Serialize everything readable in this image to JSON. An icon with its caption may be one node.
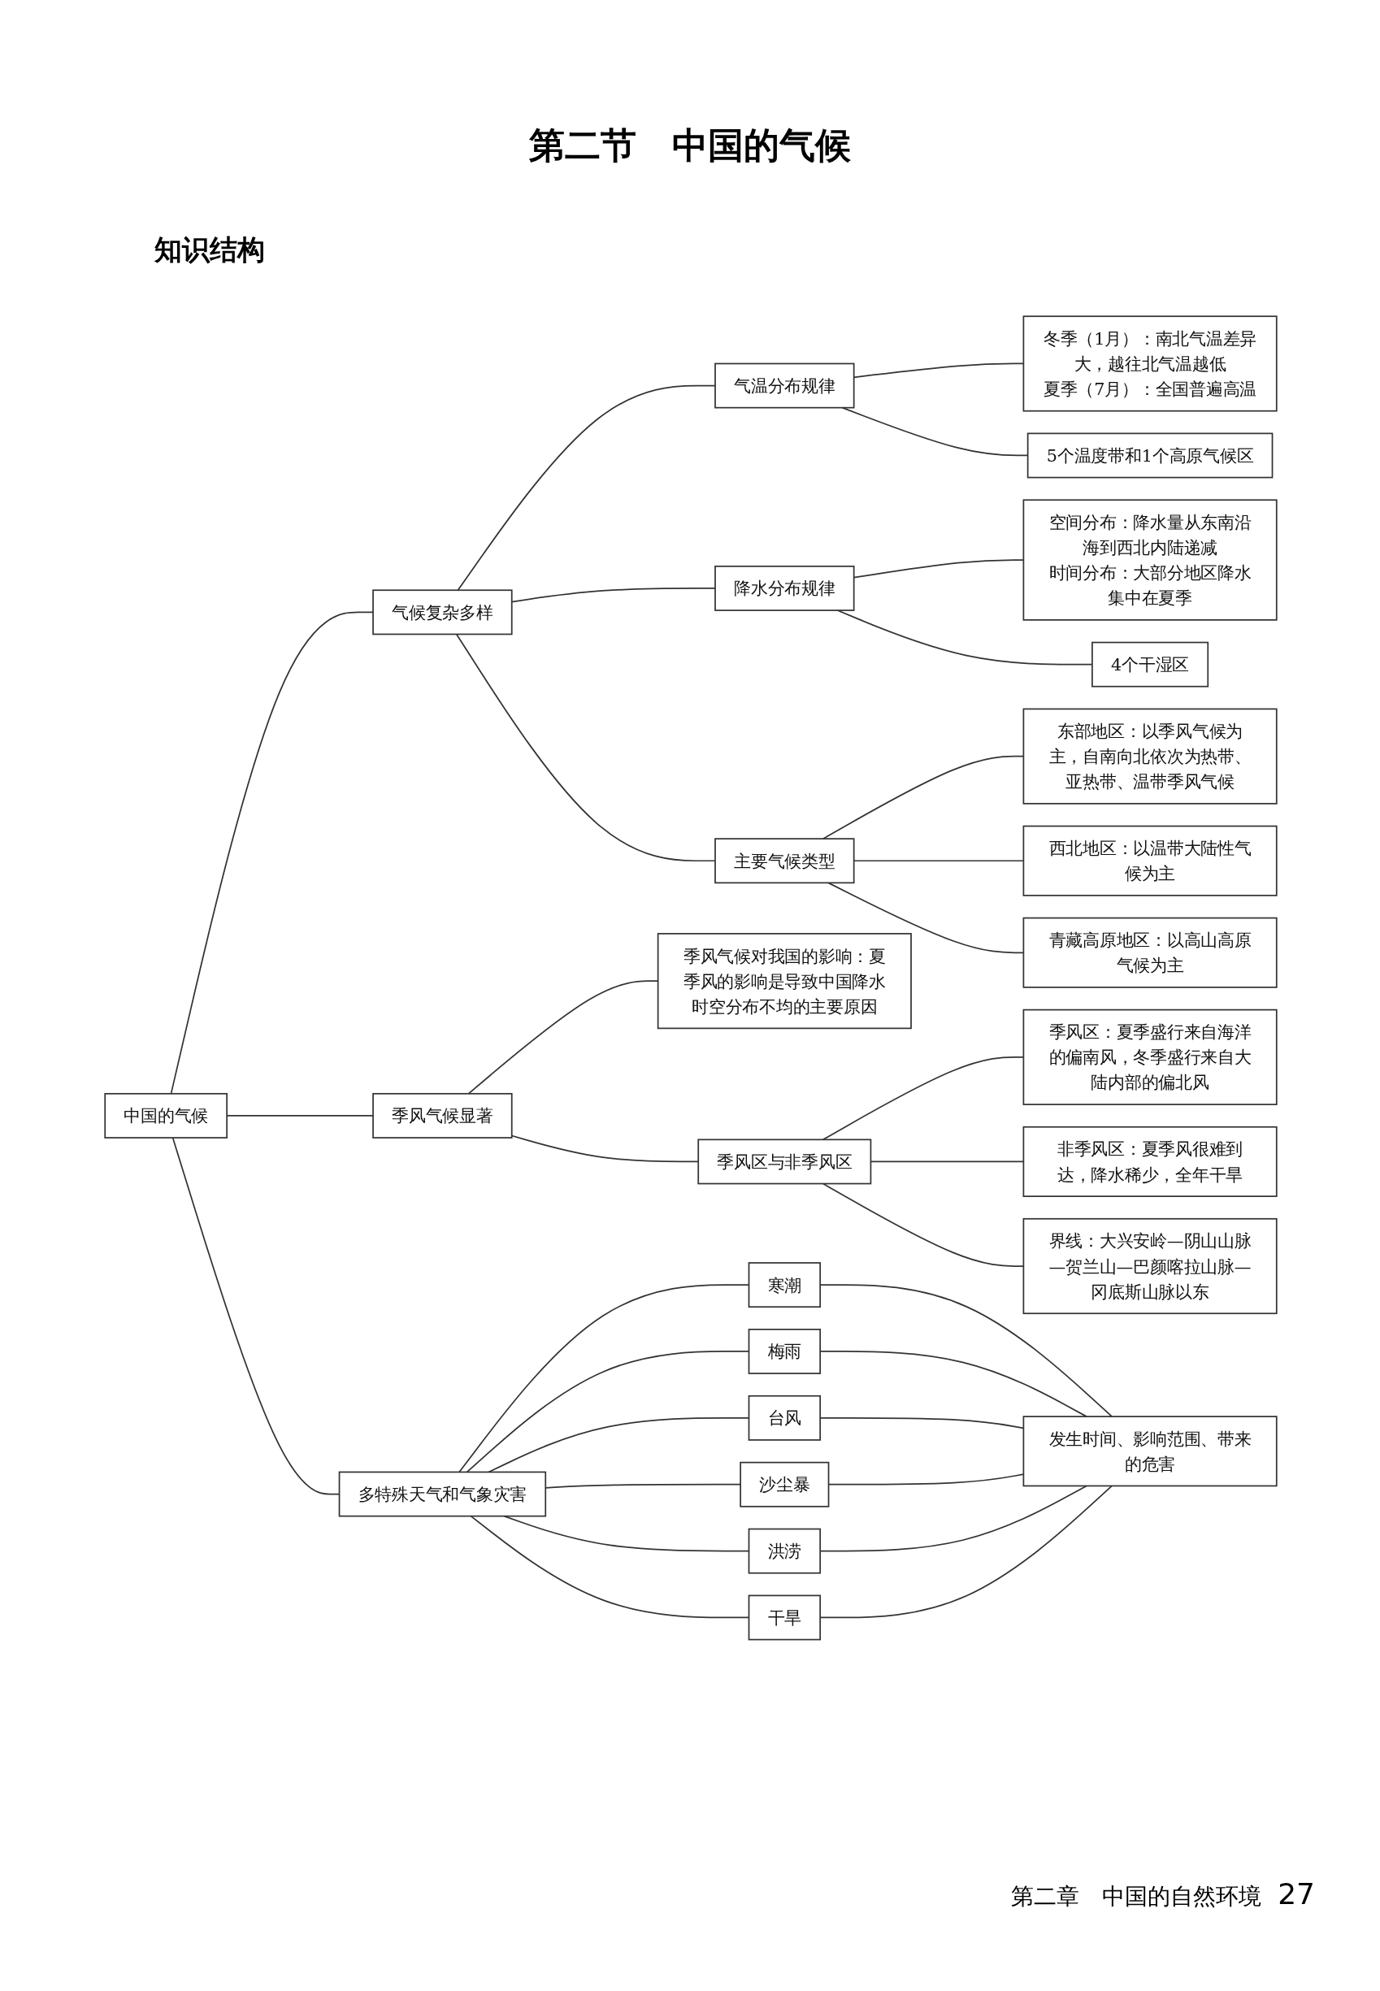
{
  "diagram": {
    "title": "第二节　中国的气候",
    "nodes": [
      {
        "text": [
          "中国的气候"
        ]
      },
      {
        "text": [
          "气候复杂多样"
        ]
      },
      {
        "text": [
          "气温分布规律"
        ]
      },
      {
        "text": [
          "冬季（1月）：南北气温差异大，越往北气温越低",
          "夏季（7月）：全国普遍高温"
        ]
      },
      {
        "text": [
          "5个温度带和1个高原气候区"
        ]
      },
      {
        "text": [
          "降水分布规律"
        ]
      },
      {
        "text": [
          "空间分布：降水量从东南沿海到西北内陆递减",
          "时间分布：大部分地区降水集中在夏季"
        ]
      },
      {
        "text": [
          "4个干湿区"
        ]
      },
      {
        "text": [
          "主要气候类型"
        ]
      },
      {
        "text": [
          "东部地区：以季风气候为主，自南向北依次为热带、亚热带、温带季风气候"
        ]
      },
      {
        "text": [
          "西北地区：以温带大陆性气候为主"
        ]
      },
      {
        "text": [
          "青藏高原地区：以高山高原气候为主"
        ]
      },
      {
        "text": [
          "季风气候显著"
        ]
      },
      {
        "text": [
          "季风区与非季风区"
        ]
      },
      {
        "text": [
          "季风区：夏季盛行来自海洋的偏南风，冬季盛行来自大陆内部的偏北风"
        ]
      },
      {
        "text": [
          "非季风区：夏季风很难到达，降水稀少，全年干旱"
        ]
      },
      {
        "text": [
          "界线：大兴安岭—阴山山脉—贺兰山—巴颜喀拉山脉—冈底斯山脉以东"
        ]
      },
      {
        "text": [
          "季风气候对我国的影响：夏季风的影响是导致中国降水时空分布不均的主要原因"
        ]
      },
      {
        "text": [
          "多特殊天气和气象灾害"
        ]
      },
      {
        "text": [
          "寒潮"
        ]
      },
      {
        "text": [
          "梅雨"
        ]
      },
      {
        "text": [
          "台风"
        ]
      },
      {
        "text": [
          "沙尘暴"
        ]
      },
      {
        "text": [
          "洪涝"
        ]
      },
      {
        "text": [
          "干旱"
        ]
      },
      {
        "text": [
          "发生时间、影响范围、带来的危害"
        ]
      }
    ],
    "edges": [
      {
        "from": 0,
        "to": 1,
        "arrow": "none"
      },
      {
        "from": 0,
        "to": 12,
        "arrow": "none"
      },
      {
        "from": 0,
        "to": 18,
        "arrow": "none"
      },
      {
        "from": 1,
        "to": 2,
        "arrow": "none"
      },
      {
        "from": 1,
        "to": 5,
        "arrow": "none"
      },
      {
        "from": 1,
        "to": 8,
        "arrow": "none"
      },
      {
        "from": 2,
        "to": 3,
        "arrow": "none"
      },
      {
        "from": 2,
        "to": 4,
        "arrow": "none"
      },
      {
        "from": 5,
        "to": 6,
        "arrow": "none"
      },
      {
        "from": 5,
        "to": 7,
        "arrow": "none"
      },
      {
        "from": 8,
        "to": 9,
        "arrow": "none"
      },
      {
        "from": 8,
        "to": 10,
        "arrow": "none"
      },
      {
        "from": 8,
        "to": 11,
        "arrow": "none"
      },
      {
        "from": 12,
        "to": 13,
        "arrow": "none"
      },
      {
        "from": 12,
        "to": 17,
        "arrow": "none"
      },
      {
        "from": 13,
        "to": 14,
        "arrow": "none"
      },
      {
        "from": 13,
        "to": 15,
        "arrow": "none"
      },
      {
        "from": 13,
        "to": 16,
        "arrow": "none"
      },
      {
        "from": 18,
        "to": 19,
        "arrow": "none"
      },
      {
        "from": 18,
        "to": 20,
        "arrow": "none"
      },
      {
        "from": 18,
        "to": 21,
        "arrow": "none"
      },
      {
        "from": 18,
        "to": 22,
        "arrow": "none"
      },
      {
        "from": 18,
        "to": 23,
        "arrow": "none"
      },
      {
        "from": 18,
        "to": 24,
        "arrow": "none"
      },
      {
        "from": 19,
        "to": 25,
        "arrow": "none"
      },
      {
        "from": 20,
        "to": 25,
        "arrow": "none"
      },
      {
        "from": 21,
        "to": 25,
        "arrow": "none"
      },
      {
        "from": 22,
        "to": 25,
        "arrow": "none"
      },
      {
        "from": 23,
        "to": 25,
        "arrow": "none"
      },
      {
        "from": 24,
        "to": 25,
        "arrow": "none"
      }
    ],
    "labels": [
      "知识结构",
      "第二章　中国的自然环境",
      "27"
    ]
  }
}
